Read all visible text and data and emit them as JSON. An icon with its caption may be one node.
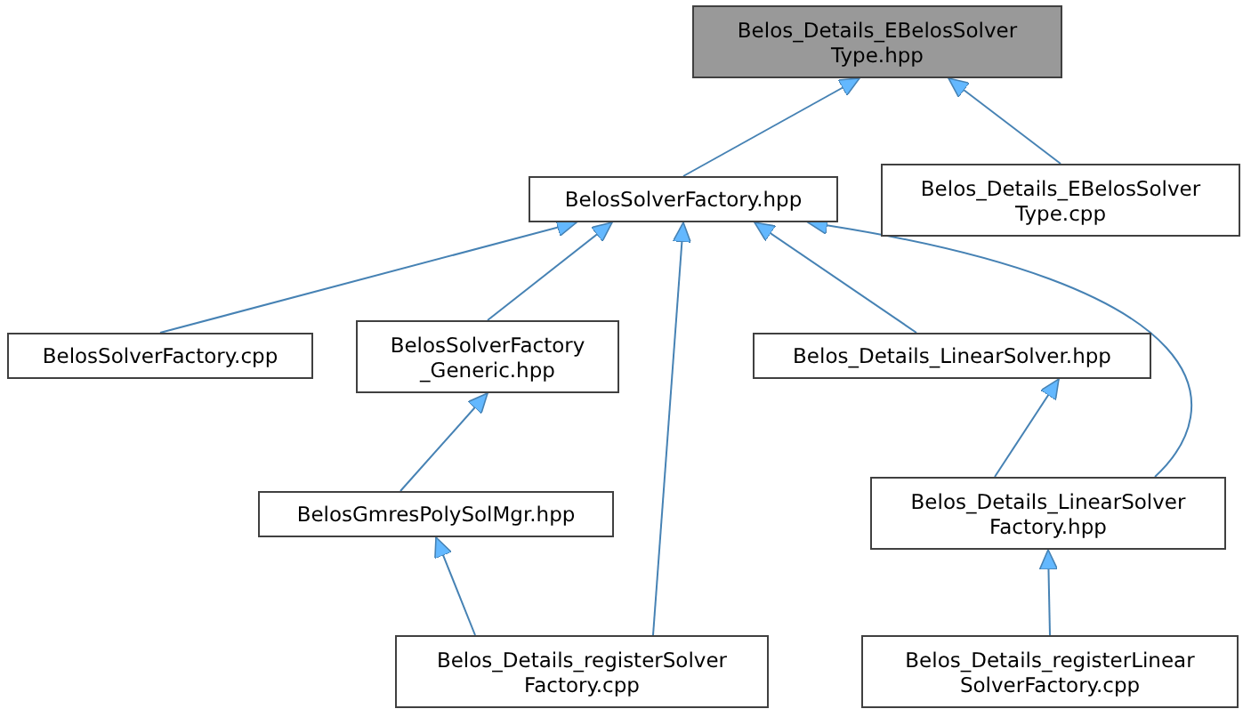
{
  "diagram": {
    "nodes": [
      {
        "text": [
          "Belos_Details_EBelosSolver Type.hpp"
        ]
      },
      {
        "text": [
          "BelosSolverFactory.hpp"
        ]
      },
      {
        "text": [
          "Belos_Details_EBelosSolver Type.cpp"
        ]
      },
      {
        "text": [
          "BelosSolverFactory.cpp"
        ]
      },
      {
        "text": [
          "BelosSolverFactory _Generic.hpp"
        ]
      },
      {
        "text": [
          "Belos_Details_LinearSolver.hpp"
        ]
      },
      {
        "text": [
          "BelosGmresPolySolMgr.hpp"
        ]
      },
      {
        "text": [
          "Belos_Details_LinearSolver Factory.hpp"
        ]
      },
      {
        "text": [
          "Belos_Details_registerSolver Factory.cpp"
        ]
      },
      {
        "text": [
          "Belos_Details_registerLinear SolverFactory.cpp"
        ]
      }
    ],
    "edges": [
      {
        "from": 1,
        "to": 0,
        "arrow": "to"
      },
      {
        "from": 2,
        "to": 0,
        "arrow": "to"
      },
      {
        "from": 3,
        "to": 1,
        "arrow": "to"
      },
      {
        "from": 4,
        "to": 1,
        "arrow": "to"
      },
      {
        "from": 8,
        "to": 1,
        "arrow": "to"
      },
      {
        "from": 5,
        "to": 1,
        "arrow": "to"
      },
      {
        "from": 7,
        "to": 1,
        "arrow": "to"
      },
      {
        "from": 6,
        "to": 4,
        "arrow": "to"
      },
      {
        "from": 8,
        "to": 6,
        "arrow": "to"
      },
      {
        "from": 7,
        "to": 5,
        "arrow": "to"
      },
      {
        "from": 9,
        "to": 7,
        "arrow": "to"
      }
    ]
  }
}
